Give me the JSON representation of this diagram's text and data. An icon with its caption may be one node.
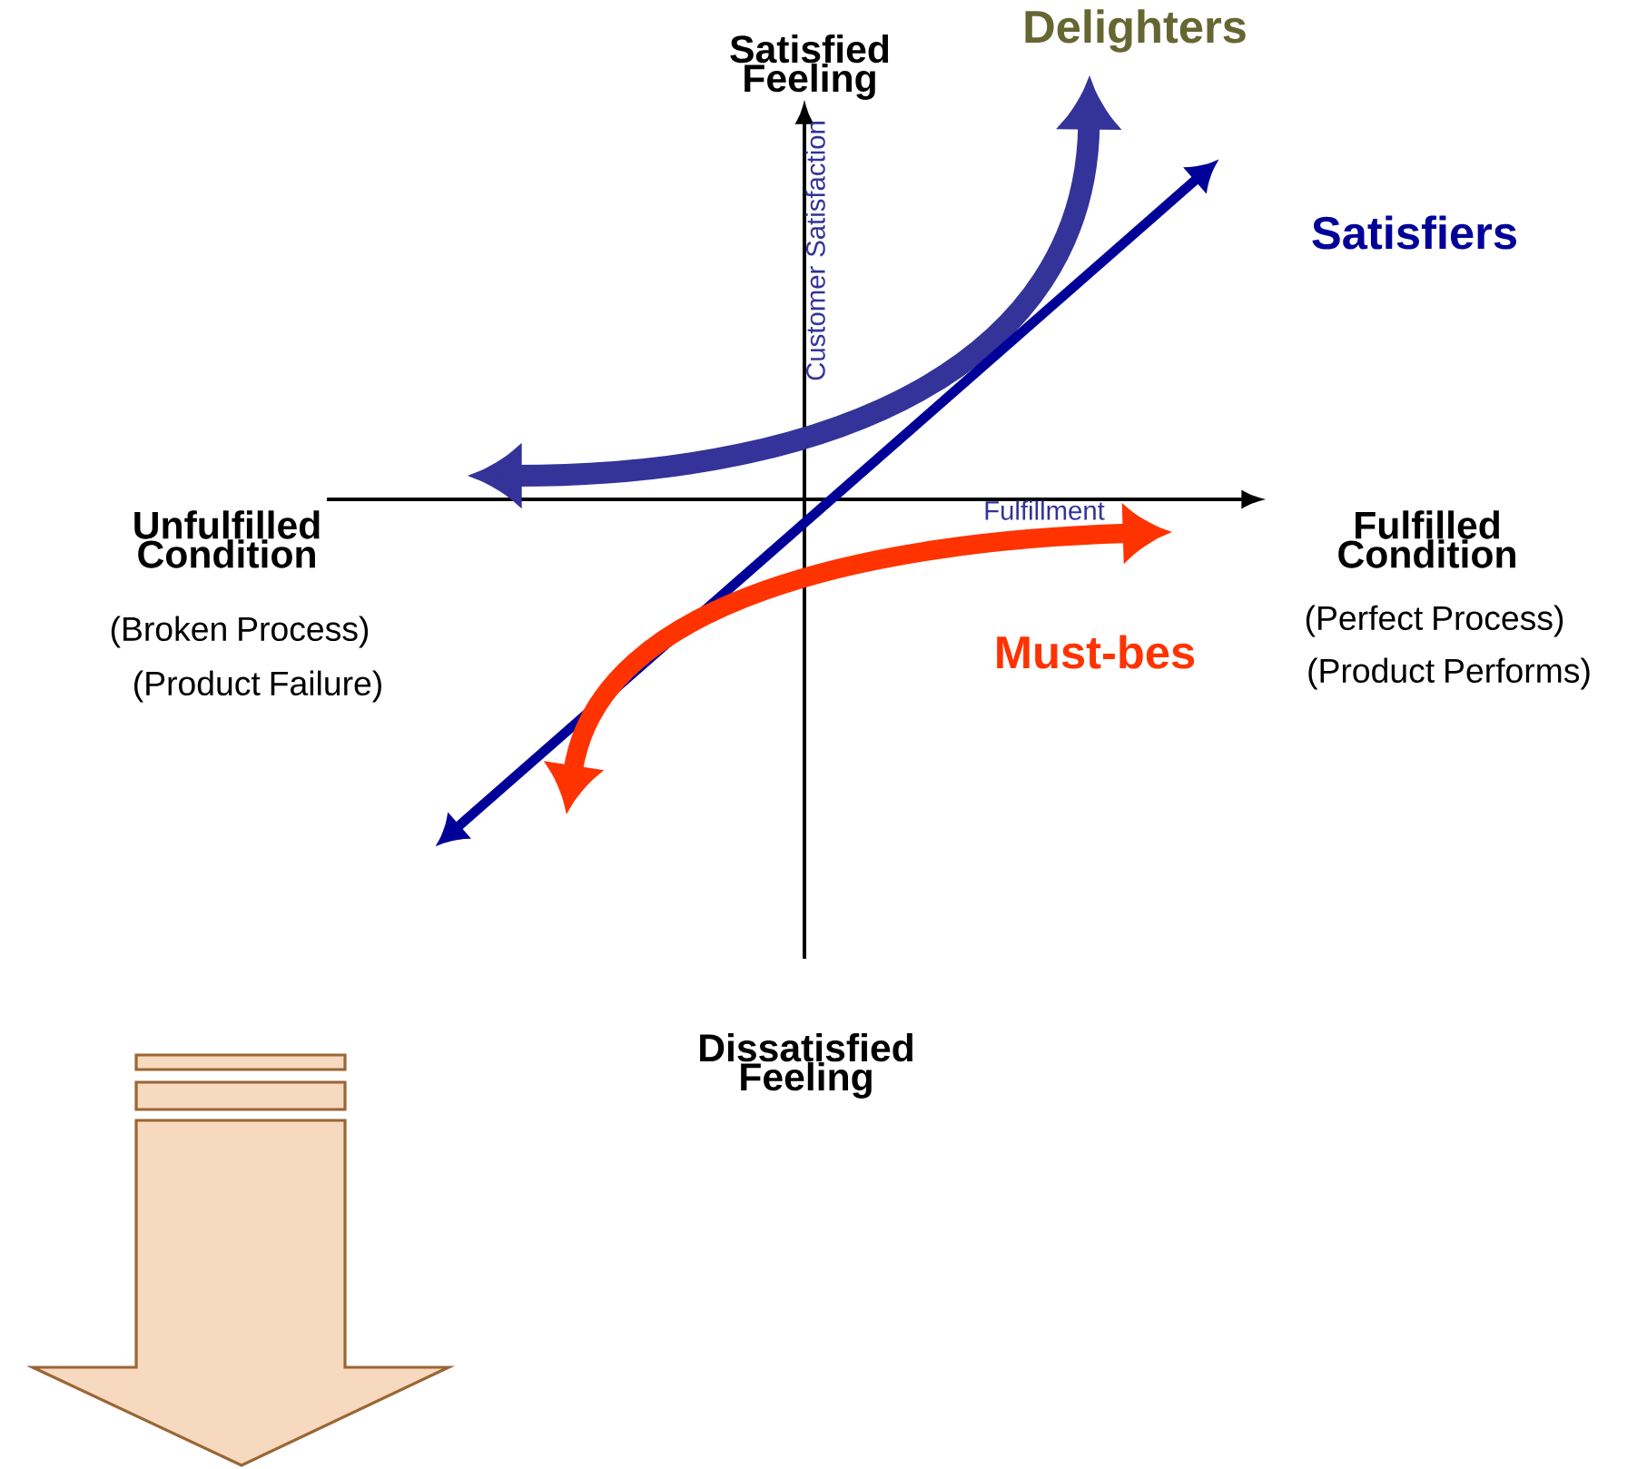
{
  "diagram": {
    "labels": [
      "Satisfied Feeling",
      "Delighters",
      "Satisfiers",
      "Unfulfilled Condition",
      "(Broken Process)",
      "(Product Failure)",
      "Fulfilled Condition",
      "(Perfect Process)",
      "(Product Performs)",
      "Must-bes",
      "Customer Satisfaction",
      "Fulfillment",
      "Dissatisfied Feeling"
    ]
  }
}
